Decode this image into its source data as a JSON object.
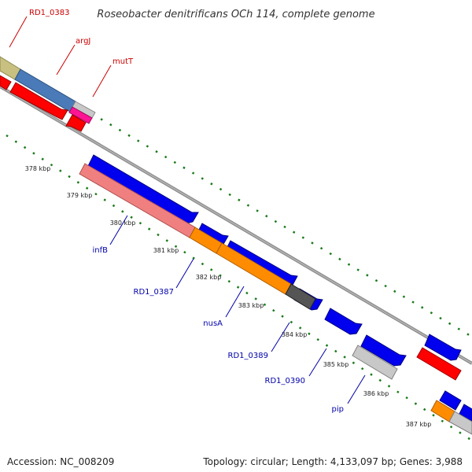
{
  "title": "Roseobacter denitrificans OCh 114, complete genome",
  "footer": {
    "accession": "Accession: NC_008209",
    "topology": "Topology: circular; Length: 4,133,097 bp; Genes: 3,988"
  },
  "colors": {
    "backbone": "#888888",
    "tick": "#1a7a1a",
    "label_red": "#cc0000",
    "label_blue": "#0000aa",
    "red": "#ff0000",
    "blue": "#0000ee",
    "pink": "#f08080",
    "orange": "#ff8c00",
    "grey": "#b8b8b8",
    "dark_grey": "#555555",
    "magenta": "#ff1493",
    "olive": "#c8c080",
    "steel_blue": "#4a7ab8"
  },
  "ticks": [
    {
      "label": "378 kbp"
    },
    {
      "label": "379 kbp"
    },
    {
      "label": "380 kbp"
    },
    {
      "label": "381 kbp"
    },
    {
      "label": "382 kbp"
    },
    {
      "label": "383 kbp"
    },
    {
      "label": "384 kbp"
    },
    {
      "label": "385 kbp"
    },
    {
      "label": "386 kbp"
    },
    {
      "label": "387 kbp"
    }
  ],
  "gene_labels": [
    {
      "text": "RD1_0383",
      "color": "red"
    },
    {
      "text": "argJ",
      "color": "red"
    },
    {
      "text": "mutT",
      "color": "red"
    },
    {
      "text": "infB",
      "color": "blue"
    },
    {
      "text": "RD1_0387",
      "color": "blue"
    },
    {
      "text": "nusA",
      "color": "blue"
    },
    {
      "text": "RD1_0389",
      "color": "blue"
    },
    {
      "text": "RD1_0390",
      "color": "blue"
    },
    {
      "text": "pip",
      "color": "blue"
    }
  ]
}
